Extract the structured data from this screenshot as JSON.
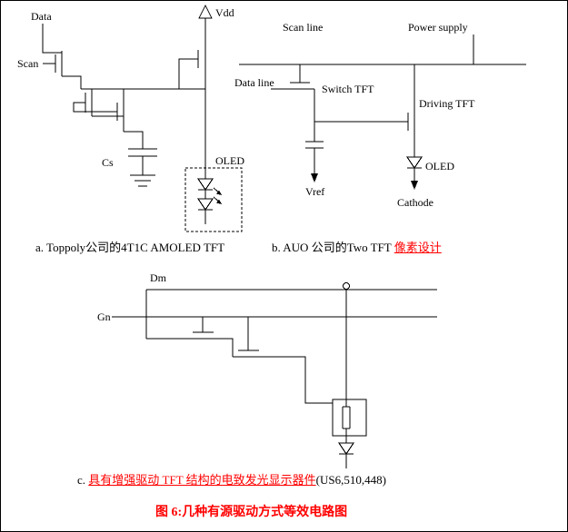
{
  "figure": {
    "main_caption": "图 6:几种有源驱动方式等效电路图"
  },
  "circuit_a": {
    "caption": "a. Toppoly公司的4T1C AMOLED TFT",
    "labels": {
      "data": "Data",
      "scan": "Scan",
      "vdd": "Vdd",
      "cs": "Cs",
      "oled": "OLED"
    }
  },
  "circuit_b": {
    "caption_prefix": "b. AUO 公司的Two TFT ",
    "caption_link": "像素设计",
    "labels": {
      "scan_line": "Scan line",
      "power_supply": "Power supply",
      "data_line": "Data line",
      "switch_tft": "Switch TFT",
      "driving_tft": "Driving TFT",
      "vref": "Vref",
      "oled": "OLED",
      "cathode": "Cathode"
    }
  },
  "circuit_c": {
    "caption_prefix": "c. ",
    "caption_link": "具有增强驱动 TFT 结构的电致发光显示器件",
    "caption_suffix": "(US6,510,448)",
    "labels": {
      "dm": "Dm",
      "gn": "Gn"
    }
  },
  "colors": {
    "link_red": "#ff0000",
    "caption_red": "#ff0000",
    "wire_black": "#000000",
    "background": "#ffffff"
  }
}
